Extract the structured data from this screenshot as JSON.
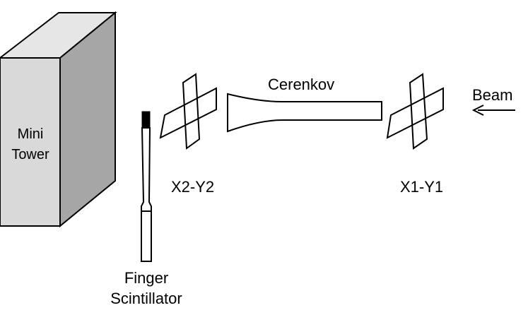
{
  "diagram": {
    "labels": {
      "mini_tower_line1": "Mini",
      "mini_tower_line2": "Tower",
      "x2y2": "X2-Y2",
      "cerenkov": "Cerenkov",
      "x1y1": "X1-Y1",
      "beam": "Beam",
      "finger_line1": "Finger",
      "finger_line2": "Scintillator"
    },
    "colors": {
      "tower_front": "#d9d9d9",
      "tower_top": "#e6e6e6",
      "tower_side": "#a6a6a6",
      "stroke": "#000000",
      "background": "#ffffff"
    }
  }
}
